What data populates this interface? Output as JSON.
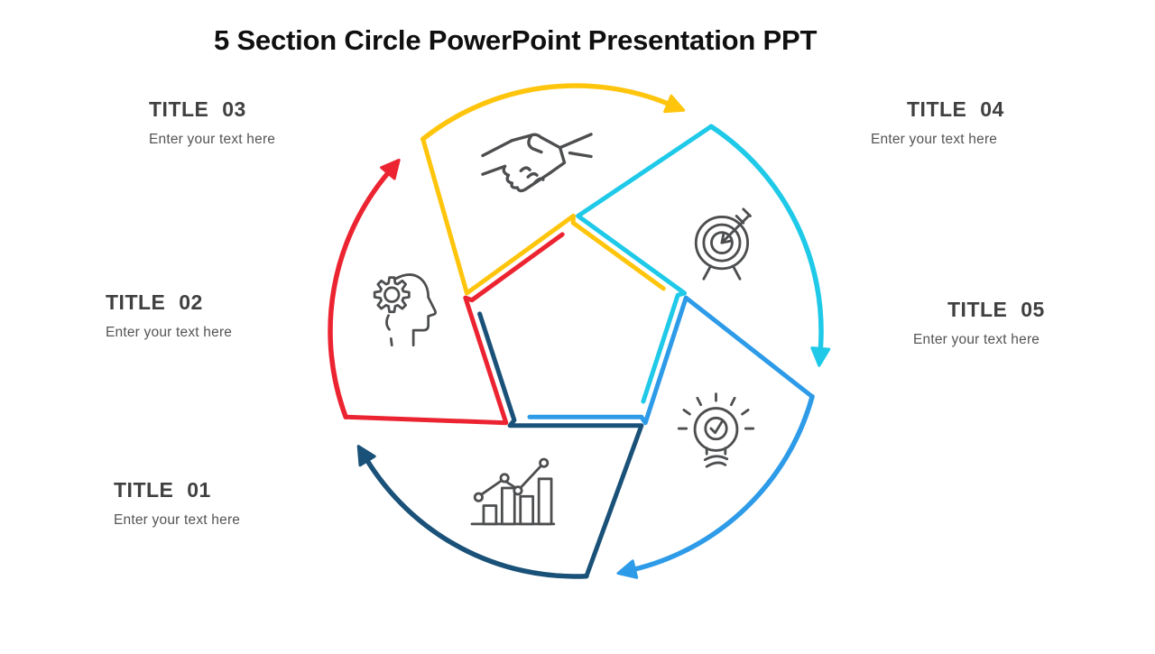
{
  "slide": {
    "title": "5 Section Circle PowerPoint Presentation PPT"
  },
  "labels": {
    "t1": {
      "title": "TITLE 01",
      "subtitle": "Enter your text here"
    },
    "t2": {
      "title": "TITLE 02",
      "subtitle": "Enter your text here"
    },
    "t3": {
      "title": "TITLE 03",
      "subtitle": "Enter your text here"
    },
    "t4": {
      "title": "TITLE 04",
      "subtitle": "Enter your text here"
    },
    "t5": {
      "title": "TITLE 05",
      "subtitle": "Enter your text here"
    }
  },
  "diagram": {
    "type": "5-section-circle-cycle",
    "icon_stroke_color": "#4d4e50",
    "sections": [
      {
        "id": "01",
        "position": "bottom",
        "color": "#1A5178",
        "icon": "bar-chart-icon"
      },
      {
        "id": "02",
        "position": "left",
        "color": "#EC2431",
        "icon": "head-gear-icon"
      },
      {
        "id": "03",
        "position": "top",
        "color": "#FFC50D",
        "icon": "handshake-icon"
      },
      {
        "id": "04",
        "position": "top-right",
        "color": "#1FC9E8",
        "icon": "target-icon"
      },
      {
        "id": "05",
        "position": "right",
        "color": "#2D9BE8",
        "icon": "lightbulb-icon"
      }
    ]
  }
}
